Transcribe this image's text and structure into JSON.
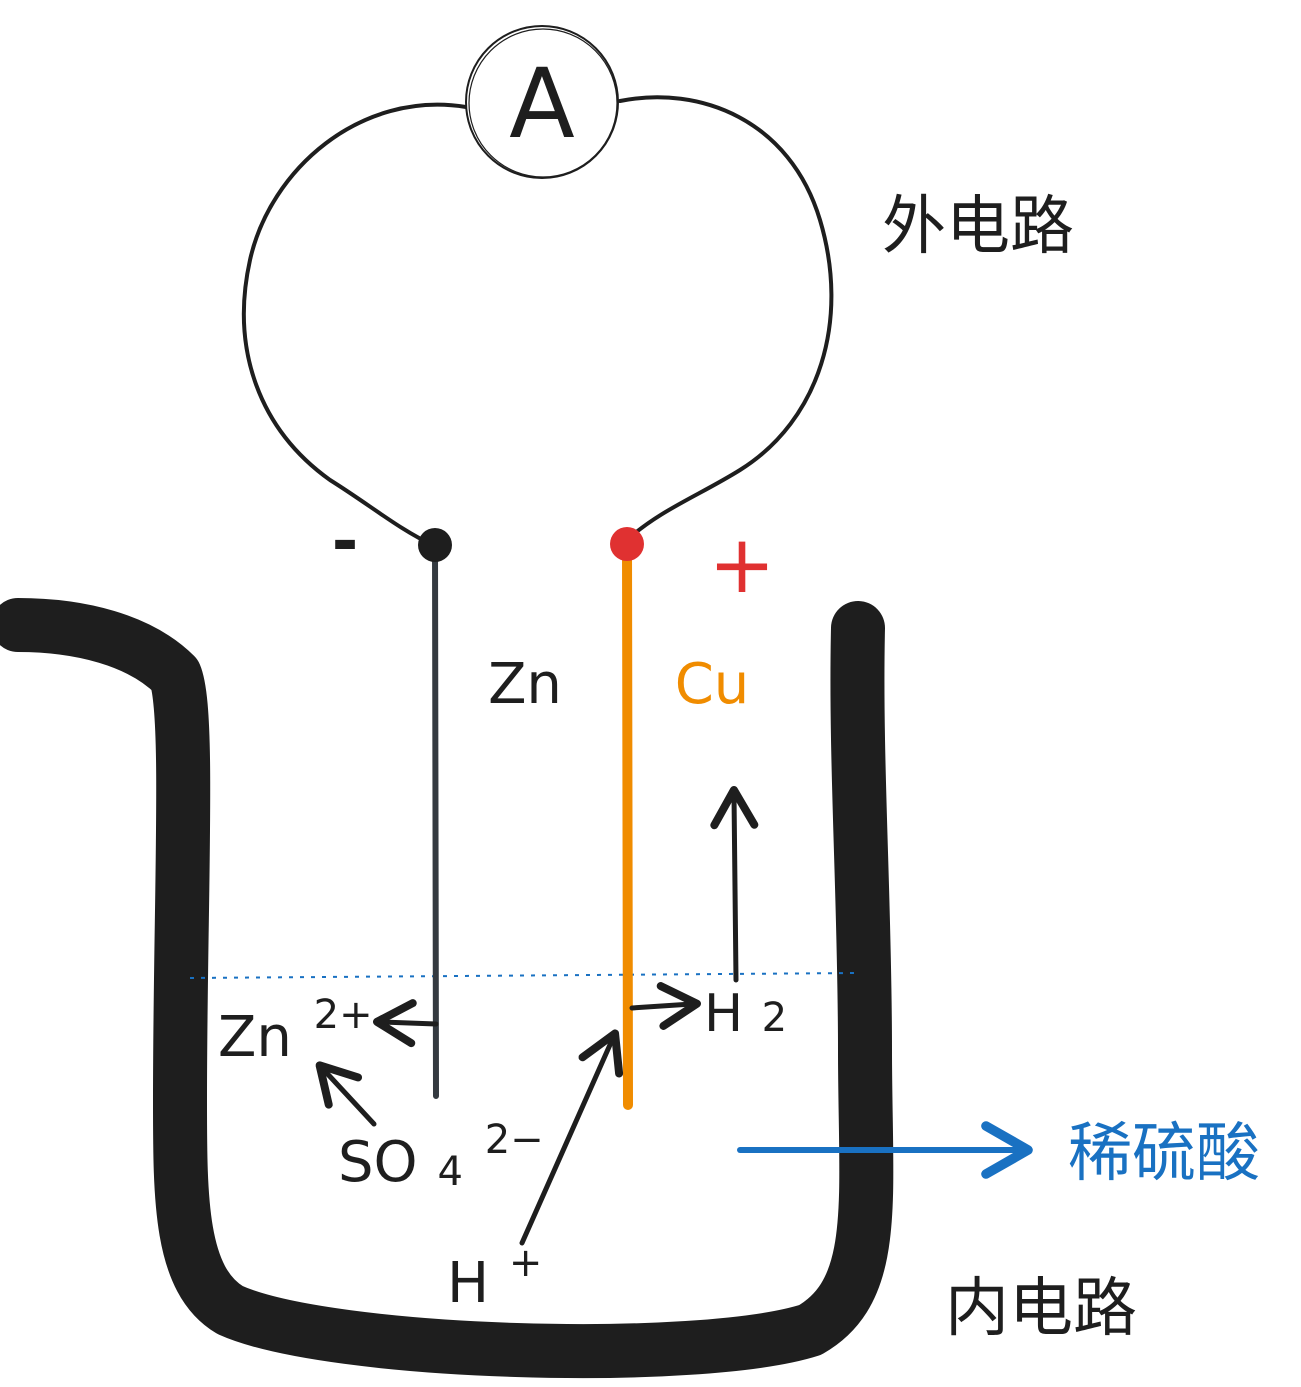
{
  "ammeter": {
    "symbol": "A"
  },
  "labels": {
    "external_circuit": "外电路",
    "internal_circuit": "内电路",
    "solution": "稀硫酸",
    "negative_sign": "-",
    "positive_sign": "+",
    "zn_electrode": "Zn",
    "cu_electrode": "Cu"
  },
  "species": {
    "zn_ion": {
      "base": "Zn",
      "charge": "2+"
    },
    "sulfate": {
      "base": "SO",
      "sub": "4",
      "charge": "2−"
    },
    "hydrogen_ion": {
      "base": "H",
      "charge": "+"
    },
    "hydrogen_gas": {
      "base": "H",
      "sub": "2"
    }
  },
  "colors": {
    "ink": "#1e1e1e",
    "zinc_rod": "#343a40",
    "copper_rod": "#f08c00",
    "positive": "#e03131",
    "acid": "#1971c2"
  }
}
